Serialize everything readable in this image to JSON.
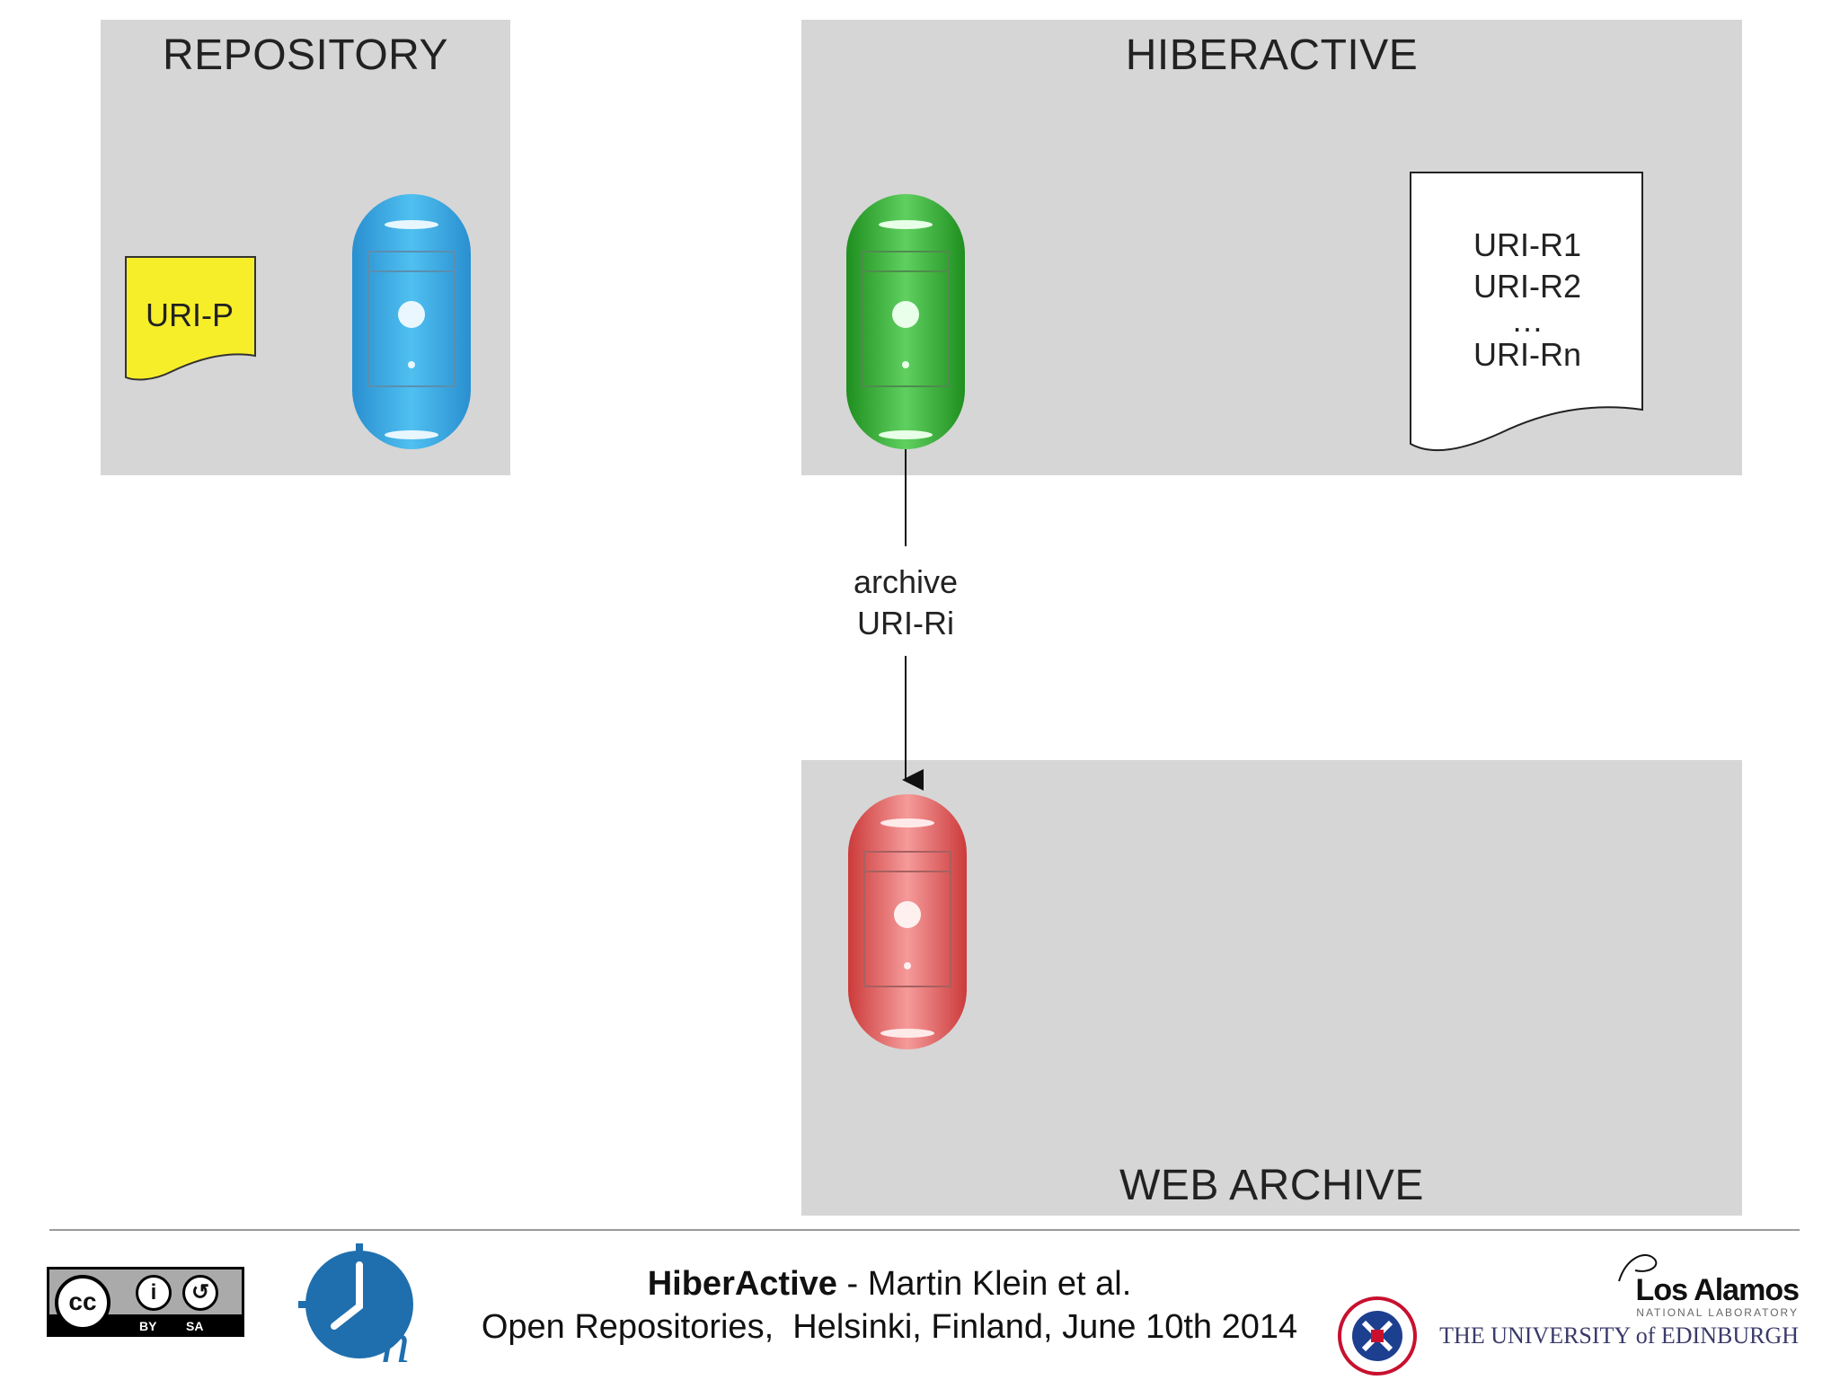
{
  "panels": {
    "repository": {
      "title": "REPOSITORY"
    },
    "hiberactive": {
      "title": "HIBERACTIVE"
    },
    "web_archive": {
      "title": "WEB ARCHIVE"
    }
  },
  "documents": {
    "uri_p": "URI-P",
    "uri_list": [
      "URI-R1",
      "URI-R2",
      "…",
      "URI-Rn"
    ]
  },
  "arrow_label": {
    "line1": "archive",
    "line2": "URI-Ri"
  },
  "servers": {
    "repository": {
      "color": "#3aa8e0"
    },
    "hiberactive": {
      "color": "#2fa82f"
    },
    "web_archive": {
      "color": "#e05a5a"
    }
  },
  "document_colors": {
    "uri_p": "#f7ee2a",
    "uri_list": "#ffffff"
  },
  "footer": {
    "title_bold": "HiberActive",
    "title_rest": " - Martin Klein et al.",
    "line2": "Open Repositories,  Helsinki, Finland, June 10th 2014",
    "cc_by": "BY",
    "cc_sa": "SA",
    "cc_mark": "cc",
    "los_alamos": "Los Alamos",
    "los_alamos_sub": "NATIONAL LABORATORY",
    "edinburgh": "THE UNIVERSITY of EDINBURGH"
  }
}
